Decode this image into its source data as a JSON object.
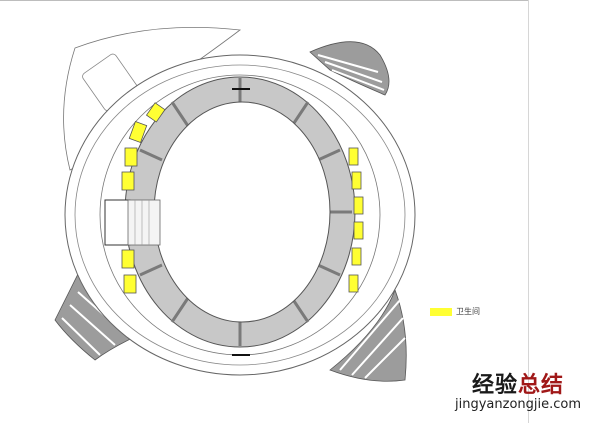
{
  "diagram": {
    "type": "architectural-floor-plan",
    "subject": "stadium bowl floor plan with highlighted restrooms",
    "colors": {
      "restroom_highlight": "#ffff33",
      "seating": "#c8c8c8",
      "structure": "#555555",
      "background": "#ffffff"
    },
    "highlighted_rooms_west": 6,
    "highlighted_rooms_east": 6,
    "legend": {
      "items": [
        {
          "color": "#ffff33",
          "label": "卫生间"
        }
      ]
    }
  },
  "watermark": {
    "chinese_part1": "经验",
    "chinese_part2": "总结",
    "url": "jingyanzongjie.com"
  }
}
